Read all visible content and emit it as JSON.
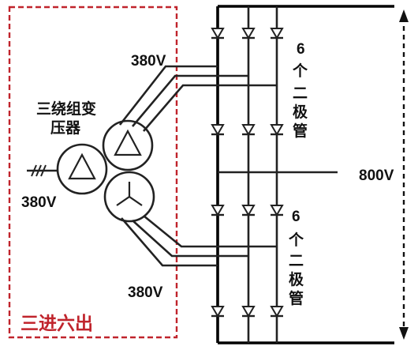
{
  "labels": {
    "transformer_line1": "三绕组变",
    "transformer_line2": "压器",
    "input_voltage": "380V",
    "upper_secondary_voltage": "380V",
    "lower_secondary_voltage": "380V",
    "output_voltage": "800V",
    "upper_group_count": "6",
    "upper_group_unit": "个",
    "upper_group_word1": "二",
    "upper_group_word2": "极",
    "upper_group_word3": "管",
    "lower_group_count": "6",
    "lower_group_unit": "个",
    "lower_group_word1": "二",
    "lower_group_word2": "极",
    "lower_group_word3": "管",
    "box_title": "三进六出"
  },
  "colors": {
    "box_border": "#c0242c",
    "box_title": "#c0242c",
    "lines": "#000000"
  }
}
